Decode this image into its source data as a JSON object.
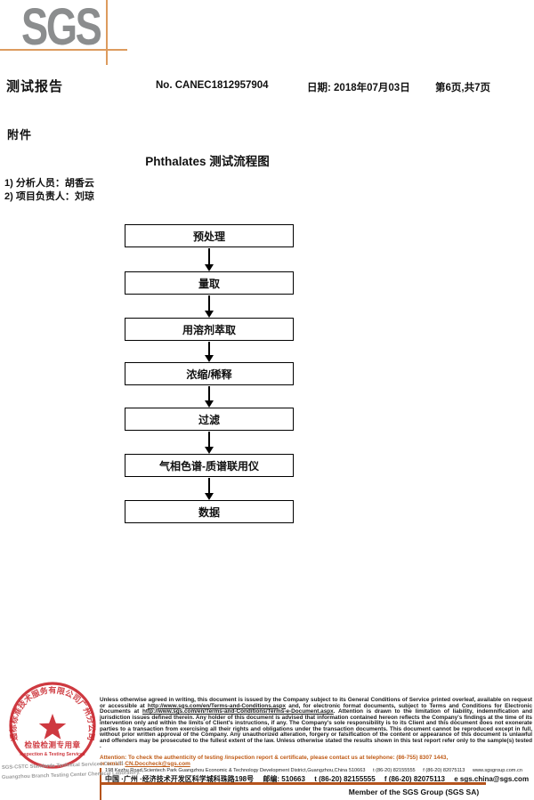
{
  "colors": {
    "accent_orange": "#dd9b5e",
    "footer_rule_orange": "#b5541d",
    "attention_orange": "#bf5a15",
    "stamp_red": "#c9242b",
    "logo_gray": "#8b8d8e"
  },
  "logo": {
    "text": "SGS"
  },
  "header": {
    "report_title": "测试报告",
    "report_no": "No. CANEC1812957904",
    "date_label": "日期: 2018年07月03日",
    "page_info": "第6页,共7页"
  },
  "attachment": {
    "label": "附件"
  },
  "flowchart": {
    "title": "Phthalates 测试流程图",
    "personnel": [
      "1)  分析人员：胡香云",
      "2)  项目负责人：刘琼"
    ],
    "steps": [
      "预处理",
      "量取",
      "用溶剂萃取",
      "浓缩/稀释",
      "过滤",
      "气相色谱-质谱联用仪",
      "数据"
    ]
  },
  "stamp": {
    "ring_text": "通标标准技术服务有限公司广州分公司",
    "title": "检验检测专用章",
    "subtitle": "Inspection & Testing Services",
    "company_line1": "SGS-CSTC Standards Technical Services Co., Ltd.",
    "company_line2": "Guangzhou Branch Testing Center Chemical Laboratory."
  },
  "footer": {
    "legal": {
      "p1": "Unless otherwise agreed in writing, this document is issued by the Company subject to its General Conditions of Service printed overleaf, available on request or accessible at ",
      "url1": "http://www.sgs.com/en/Terms-and-Conditions.aspx",
      "p2": " and, for electronic format documents, subject to Terms and Conditions for Electronic Documents at ",
      "url2": "http://www.sgs.com/en/Terms-and-Conditions/Terms-e-Document.aspx",
      "p3": ". Attention is drawn to the limitation of liability, indemnification and jurisdiction issues defined therein. Any holder of this document is advised that information contained hereon reflects the Company's findings at the time of its intervention only and within the limits of Client's instructions, if any. The Company's sole responsibility is to its Client and this document does not exonerate parties to a transaction from exercising all their rights and obligations under the transaction documents. This document cannot be reproduced except in full, without prior written approval of the Company. Any unauthorized alteration, forgery or falsification of the content or appearance of this document is unlawful and offenders may be prosecuted to the fullest extent of the law. Unless otherwise stated the results shown in this test report refer only to the sample(s) tested ."
    },
    "attention": {
      "line1": "Attention: To check the authenticity of testing /inspection report & certificate, please contact us at telephone: (86-755) 8307 1443,",
      "email_prefix": "or email: ",
      "email": "CN.Doccheck@sgs.com"
    },
    "address_en": {
      "text": "198 Kezhu Road,Scientech Park Guangzhou Economic & Technology Development District,Guangzhou,China 510663",
      "tel": "t (86-20) 82155555",
      "fax": "f (86-20) 82075113",
      "web": "www.sgsgroup.com.cn"
    },
    "address_cn": {
      "text": "中国 ·广州 ·经济技术开发区科学城科珠路198号",
      "postal": "邮编: 510663",
      "tel": "t (86-20) 82155555",
      "fax": "f (86-20) 82075113",
      "email": "e  sgs.china@sgs.com"
    },
    "member": "Member of the SGS Group (SGS SA)"
  }
}
